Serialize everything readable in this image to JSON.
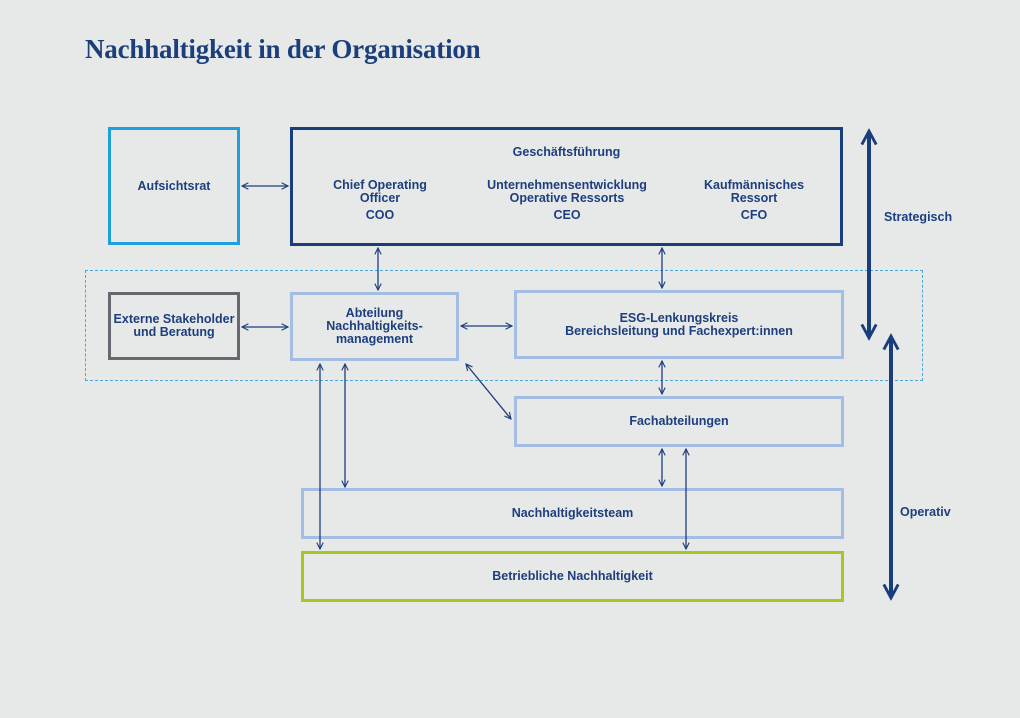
{
  "title": "Nachhaltigkeit in der Organisation",
  "nodes": {
    "aufsichtsrat": "Aufsichtsrat",
    "geschaeftsfuehrung": {
      "title": "Geschäftsführung",
      "coo": {
        "line1": "Chief Operating",
        "line2": "Officer",
        "abbr": "COO"
      },
      "ceo": {
        "line1": "Unternehmensentwicklung",
        "line2": "Operative Ressorts",
        "abbr": "CEO"
      },
      "cfo": {
        "line1": "Kaufmännisches",
        "line2": "Ressort",
        "abbr": "CFO"
      }
    },
    "externe": {
      "line1": "Externe Stakeholder",
      "line2": "und Beratung"
    },
    "abteilung": {
      "line1": "Abteilung",
      "line2": "Nachhaltigkeits-",
      "line3": "management"
    },
    "esg": {
      "line1": "ESG-Lenkungskreis",
      "line2": "Bereichsleitung und Fachexpert:innen"
    },
    "fachabteilungen": "Fachabteilungen",
    "team": "Nachhaltigkeitsteam",
    "betrieblich": "Betriebliche Nachhaltigkeit"
  },
  "levels": {
    "strategisch": "Strategisch",
    "operativ": "Operativ"
  },
  "colors": {
    "navy": "#1a3d7c",
    "sky": "#1ea0dc",
    "light_blue": "#a3bde3",
    "grey": "#666a70",
    "green": "#a7c61f",
    "dashed": "#4aa7d9",
    "background": "#e7e8e8"
  }
}
